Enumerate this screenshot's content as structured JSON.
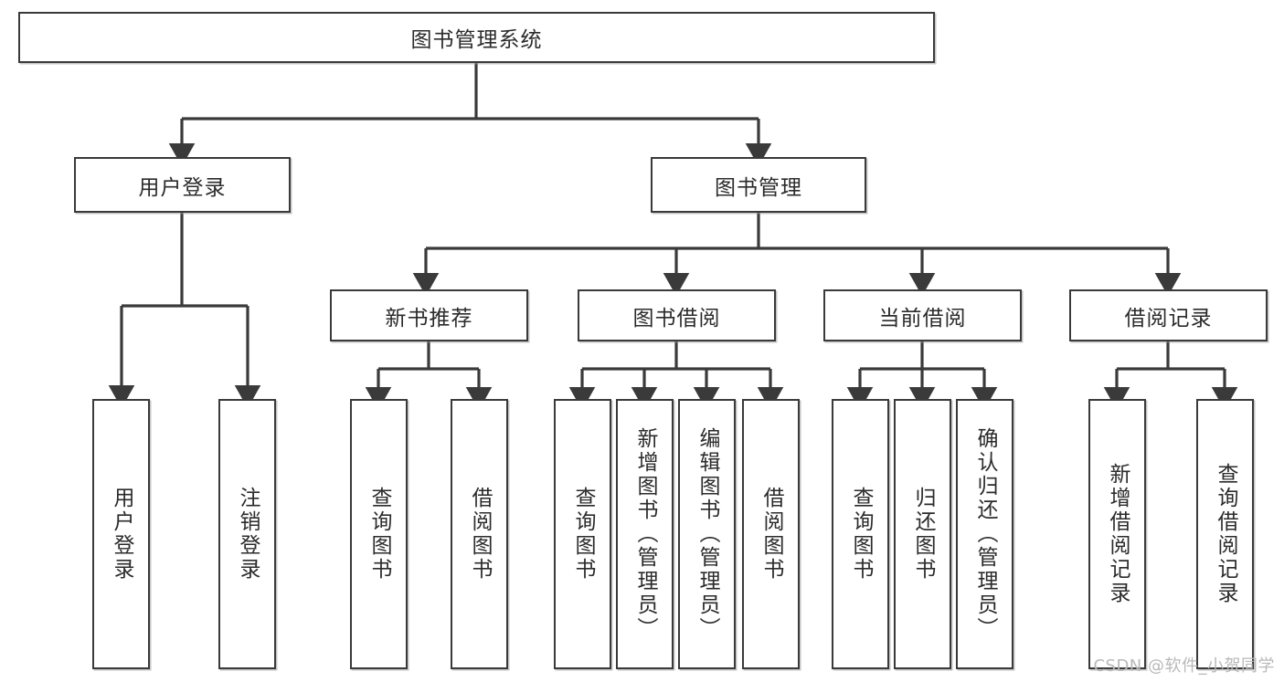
{
  "diagram": {
    "title": "图书管理系统",
    "type": "hierarchy-tree",
    "root": {
      "label": "图书管理系统"
    },
    "level2": [
      {
        "label": "用户登录"
      },
      {
        "label": "图书管理"
      }
    ],
    "level3": [
      {
        "label": "新书推荐"
      },
      {
        "label": "图书借阅"
      },
      {
        "label": "当前借阅"
      },
      {
        "label": "借阅记录"
      }
    ],
    "leaves": {
      "user_login": [
        {
          "label": "用户登录"
        },
        {
          "label": "注销登录"
        }
      ],
      "new_book_recommend": [
        {
          "label": "查询图书"
        },
        {
          "label": "借阅图书"
        }
      ],
      "book_borrow": [
        {
          "label": "查询图书"
        },
        {
          "label": "新增图书（管理员）"
        },
        {
          "label": "编辑图书（管理员）"
        },
        {
          "label": "借阅图书"
        }
      ],
      "current_borrow": [
        {
          "label": "查询图书"
        },
        {
          "label": "归还图书"
        },
        {
          "label": "确认归还（管理员）"
        }
      ],
      "borrow_record": [
        {
          "label": "新增借阅记录"
        },
        {
          "label": "查询借阅记录"
        }
      ]
    }
  },
  "watermark": {
    "text": "CSDN @软件_小贺同学"
  },
  "colors": {
    "stroke": "#3a3a3a",
    "text": "#2b2b2b",
    "background": "#ffffff",
    "watermark": "#b9b9b9"
  }
}
